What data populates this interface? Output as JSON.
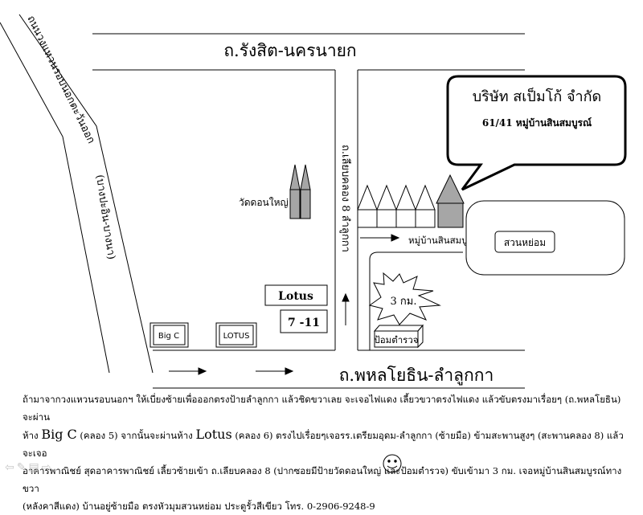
{
  "roads": {
    "rangsit_nakhonnayok": "ถ.รังสิต-นครนายก",
    "phahonyothin_lamlukka": "ถ.พหลโยธิน-ลำลูกกา",
    "liap_khlong_8": "ถ.เลียบคลอง 8 ลำลูกกา",
    "ring_road": "ถนนวงแหวนรอบนอกตะวันออก",
    "bang_pa_in_bang_na": "(บางปะอิน-บางนา)"
  },
  "landmarks": {
    "temple": "วัดดอนใหญ่",
    "lotus_building": "Lotus",
    "seven_eleven": "7 -11",
    "big_c": "Big C",
    "lotus_small": "LOTUS",
    "village": "หมู่บ้านสินสมบูรณ์",
    "park": "สวนหย่อม",
    "police_box": "ป้อมตำรวจ",
    "distance": "3 กม."
  },
  "callout": {
    "company": "บริษัท สเป็มโก้ จำกัด",
    "address": "61/41  หมู่บ้านสินสมบูรณ์"
  },
  "directions": {
    "line1": "ถ้ามาจากวงแหวนรอบนอกฯ ให้เบี่ยงซ้ายเพื่อออกตรงป้ายลำลูกกา แล้วชิดขวาเลย จะเจอไฟแดง เลี้ยวขวาตรงไฟแดง แล้วขับตรงมาเรื่อยๆ (ถ.พหลโยธิน) จะผ่าน",
    "line2_a": "ห้าง",
    "line2_bigc": "Big C",
    "line2_b": "(คลอง 5) จากนั้นจะผ่านห้าง",
    "line2_lotus": "Lotus",
    "line2_c": "(คลอง 6) ตรงไปเรื่อยๆเจอรร.เตรียมอุดม-ลำลูกกา (ซ้ายมือ) ข้ามสะพานสูงๆ (สะพานคลอง 8) แล้วจะเจอ",
    "line3": "อาคารพาณิชย์ สุดอาคารพาณิชย์ เลี้ยวซ้ายเข้า ถ.เลียบคลอง 8 (ปากซอยมีป้ายวัดดอนใหญ่ และป้อมตำรวจ) ขับเข้ามา 3 กม. เจอหมู่บ้านสินสมบูรณ์ทางขวา",
    "line4": "(หลังคาสีแดง) บ้านอยู่ซ้ายมือ ตรงหัวมุมสวนหย่อม ประตูรั้วสีเขียว  โทร. 0-2906-9248-9"
  },
  "icons": {
    "smiley": "smiley-icon",
    "nav": [
      "prev-icon",
      "edit-icon",
      "slides-icon",
      "next-icon"
    ]
  },
  "colors": {
    "highlight_house": "#a6a6a6",
    "temple_fill": "#a6a6a6",
    "line": "#000000",
    "nav_icon": "#c8c8c8"
  }
}
